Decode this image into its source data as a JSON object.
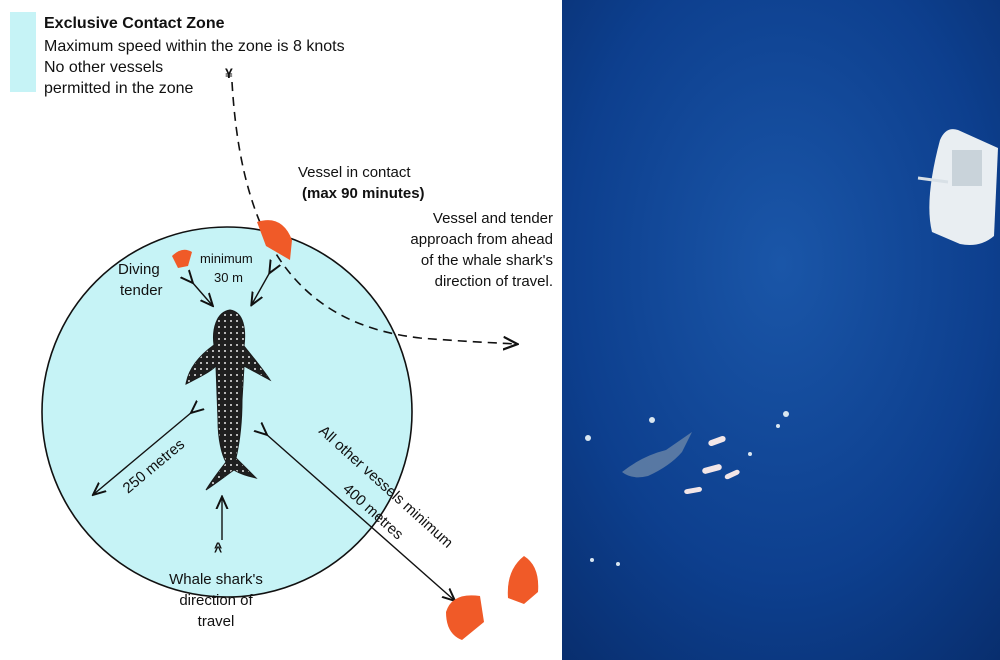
{
  "legend": {
    "title": "Exclusive Contact Zone",
    "line1": "Maximum speed within the zone is 8 knots",
    "line2": "No other vessels",
    "line3": "permitted in the zone",
    "swatch_color": "#c6f3f6"
  },
  "labels": {
    "vessel_contact_1": "Vessel in contact",
    "vessel_contact_2": "(max 90 minutes)",
    "approach_1": "Vessel and tender",
    "approach_2": "approach from ahead",
    "approach_3": "of the whale shark's",
    "approach_4": "direction of travel.",
    "diving_tender_1": "Diving",
    "diving_tender_2": "tender",
    "minimum_1": "minimum",
    "minimum_2": "30 m",
    "radius_250": "250 metres",
    "other_vessels_1": "All other vessels minimum",
    "other_vessels_2": "400 metres",
    "shark_dir_1": "Whale shark's",
    "shark_dir_2": "direction of",
    "shark_dir_3": "travel"
  },
  "colors": {
    "zone": "#c6f3f6",
    "boat": "#f05a28",
    "ocean": "#0b3e8c",
    "shark": "#222222"
  },
  "icons": {
    "shark": "whale-shark-icon",
    "boat": "boat-icon"
  }
}
